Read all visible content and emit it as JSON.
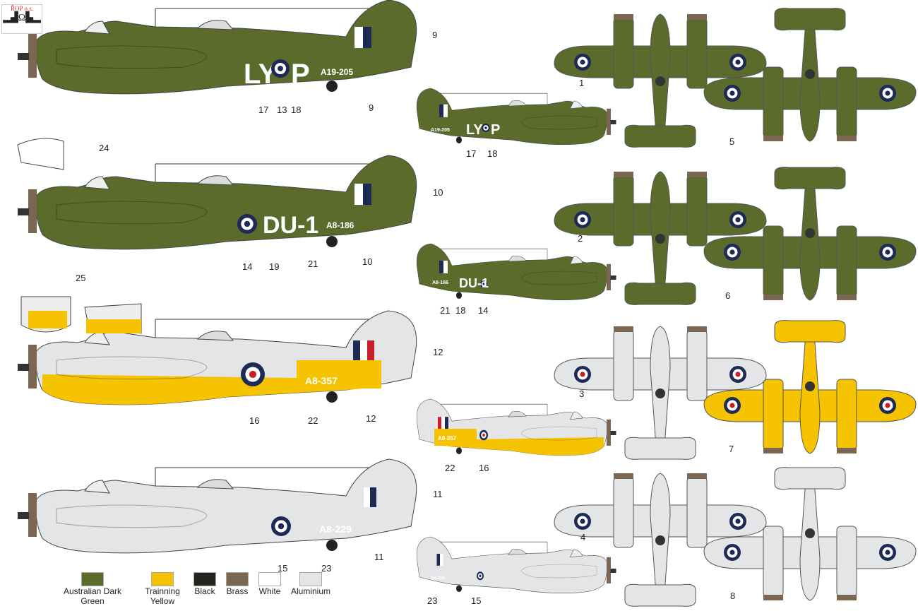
{
  "logo": {
    "text": "ŘOP o.s."
  },
  "colors": {
    "green": "#5b6b2c",
    "yellow": "#f6c300",
    "black": "#262421",
    "brass": "#7b6652",
    "white": "#ffffff",
    "aluminium": "#e3e5e6",
    "roundel_blue": "#1c2a55",
    "red": "#c8202a"
  },
  "legend": [
    {
      "label": "Australian Dark Green",
      "color": "#5b6b2c"
    },
    {
      "label": "Trainning Yellow",
      "color": "#f6c300"
    },
    {
      "label": "Black",
      "color": "#262421"
    },
    {
      "label": "Brass",
      "color": "#7b6652"
    },
    {
      "label": "White",
      "color": "#ffffff"
    },
    {
      "label": "Aluminium",
      "color": "#e3e5e6"
    }
  ],
  "codes": {
    "ly": "LY",
    "p": "P",
    "a19": "A19-205",
    "du": "DU-1",
    "a186": "A8-186",
    "a357": "A8-357",
    "a229": "A8-229"
  },
  "callouts": [
    "1",
    "2",
    "3",
    "4",
    "5",
    "6",
    "7",
    "8",
    "9",
    "10",
    "11",
    "12",
    "13",
    "14",
    "15",
    "16",
    "17",
    "18",
    "19",
    "21",
    "22",
    "23",
    "24",
    "25"
  ]
}
